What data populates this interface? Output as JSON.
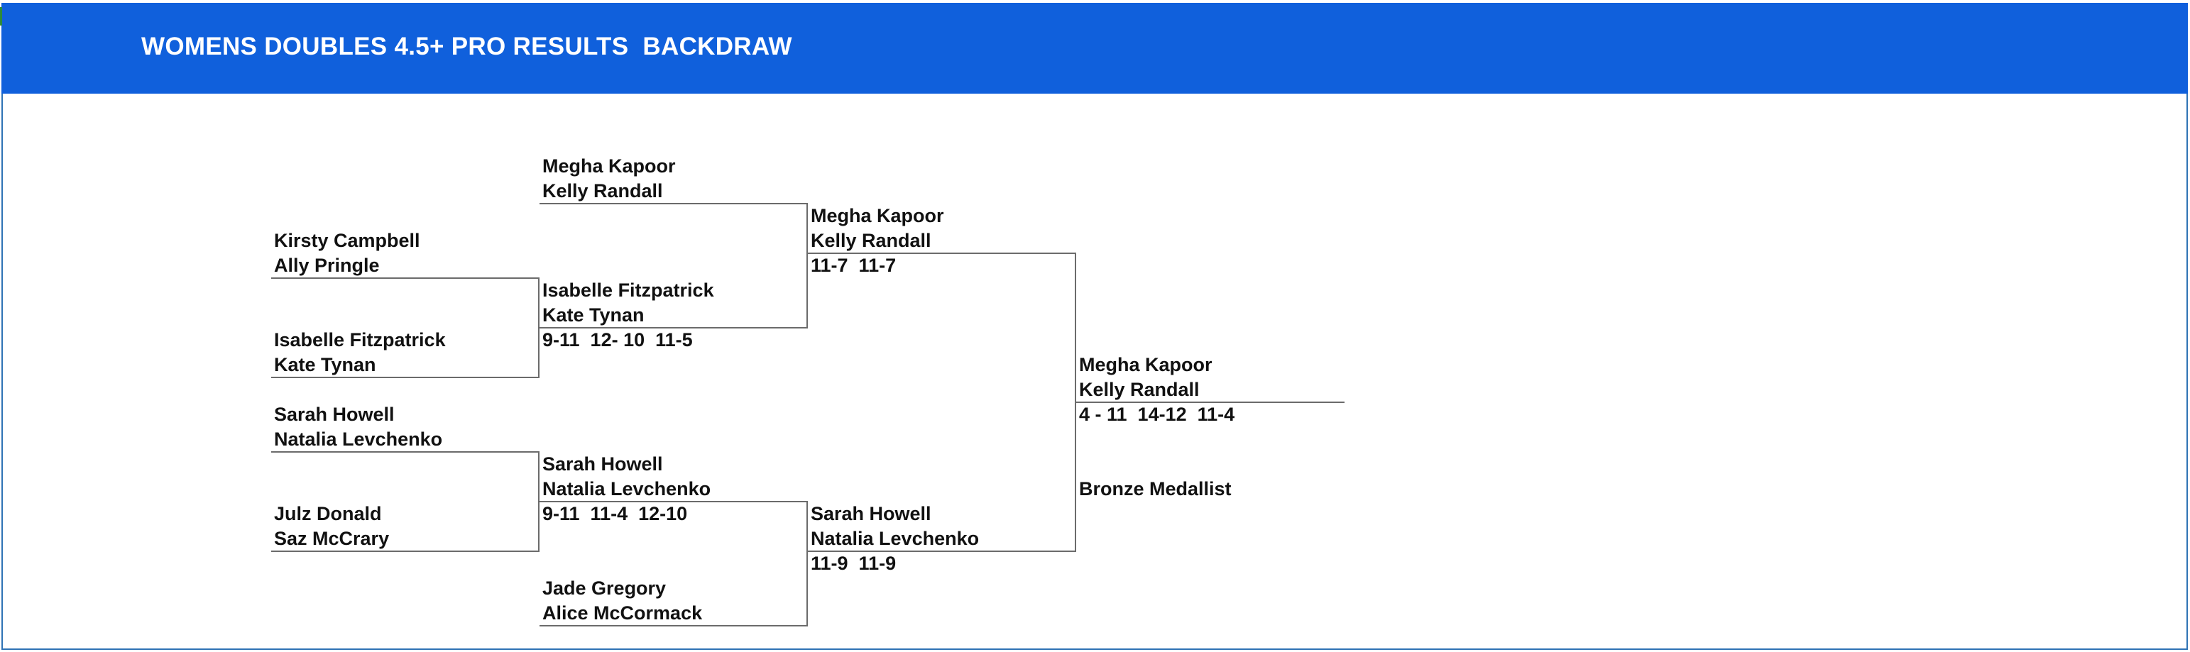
{
  "title": "WOMENS DOUBLES 4.5+ PRO RESULTS  BACKDRAW",
  "colors": {
    "header": "#1060dc",
    "header_text": "#ffffff",
    "line": "#6b6b6b"
  },
  "bracket": {
    "round1": [
      {
        "p1": "Kirsty Campbell",
        "p2": "Ally Pringle"
      },
      {
        "p1": "Isabelle Fitzpatrick",
        "p2": "Kate Tynan"
      },
      {
        "p1": "Sarah Howell",
        "p2": "Natalia Levchenko"
      },
      {
        "p1": "Julz Donald",
        "p2": "Saz McCrary"
      }
    ],
    "round2": [
      {
        "p1": "Megha Kapoor",
        "p2": "Kelly Randall"
      },
      {
        "p1": "Isabelle Fitzpatrick",
        "p2": "Kate Tynan",
        "score": "9-11  12- 10  11-5"
      },
      {
        "p1": "Sarah Howell",
        "p2": "Natalia Levchenko",
        "score": "9-11  11-4  12-10"
      },
      {
        "p1": "Jade Gregory",
        "p2": "Alice McCormack"
      }
    ],
    "round3": [
      {
        "p1": "Megha Kapoor",
        "p2": "Kelly Randall",
        "score": "11-7  11-7"
      },
      {
        "p1": "Sarah Howell",
        "p2": "Natalia Levchenko",
        "score": "11-9  11-9"
      }
    ],
    "final": {
      "p1": "Megha Kapoor",
      "p2": "Kelly Randall",
      "score": "4 - 11  14-12  11-4"
    },
    "result_label": "Bronze Medallist"
  }
}
